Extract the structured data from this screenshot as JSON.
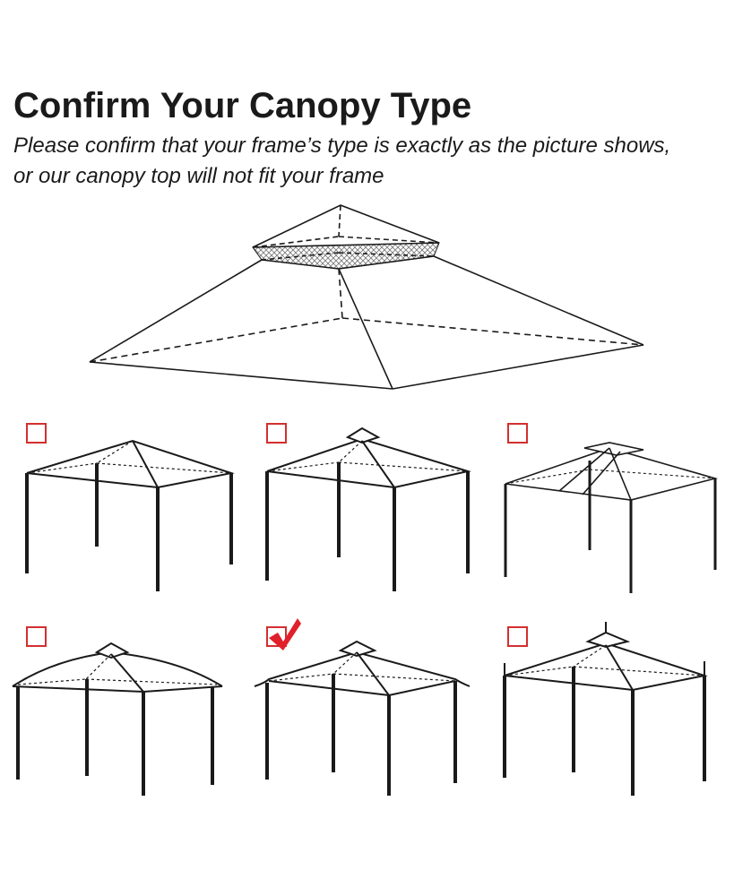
{
  "header": {
    "title": "Confirm Your Canopy Type",
    "subtitle_line1": "Please confirm that your frame’s type is exactly as the picture shows,",
    "subtitle_line2": "or our canopy top will not fit your frame"
  },
  "options": [
    {
      "style": "single-tier-flat",
      "checked": false
    },
    {
      "style": "double-tier-flat",
      "checked": false
    },
    {
      "style": "double-tier-slanted",
      "checked": false
    },
    {
      "style": "double-tier-curved",
      "checked": false
    },
    {
      "style": "double-tier-flared",
      "checked": true
    },
    {
      "style": "double-tier-finials",
      "checked": false
    }
  ],
  "colors": {
    "ink": "#1a1a1a",
    "checkbox": "#d32f2f",
    "check": "#e0202a"
  }
}
